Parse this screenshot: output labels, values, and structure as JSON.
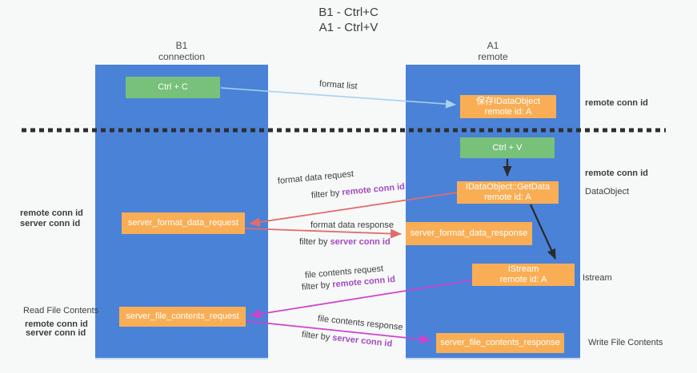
{
  "title": {
    "line1": "B1 - Ctrl+C",
    "line2": "A1 - Ctrl+V"
  },
  "lifelines": {
    "b1": {
      "name": "B1",
      "role": "connection"
    },
    "a1": {
      "name": "A1",
      "role": "remote"
    }
  },
  "boxes": {
    "ctrl_c": {
      "label": "Ctrl + C"
    },
    "save_dataobject": {
      "line1": "保存IDataObject",
      "line2": "remote id: A"
    },
    "ctrl_v": {
      "label": "Ctrl + V"
    },
    "getdata": {
      "line1": "IDataObject::GetData",
      "line2": "remote id: A"
    },
    "format_request": {
      "label": "server_format_data_request"
    },
    "format_response": {
      "label": "server_format_data_response"
    },
    "istream": {
      "line1": "IStream",
      "line2": "remote id: A"
    },
    "file_request": {
      "label": "server_file_contents_request"
    },
    "file_response": {
      "label": "server_file_contents_response"
    }
  },
  "arrow_labels": {
    "format_list": "format list",
    "format_data_request": "format data request",
    "format_data_response": "format data response",
    "file_contents_request": "file contents request",
    "file_contents_response": "file contents response",
    "filter_by": "filter by ",
    "remote_conn_id": "remote conn id",
    "server_conn_id": "server conn id"
  },
  "side_labels": {
    "left_remote_conn_id": "remote conn id",
    "left_server_conn_id": "server conn id",
    "read_file_contents": "Read File Contents",
    "left_remote_conn_id_2": "remote conn id",
    "left_server_conn_id_2": "server conn id",
    "right_remote_conn_id_top": "remote conn id",
    "right_remote_conn_id_mid": "remote conn id",
    "dataobject": "DataObject",
    "istream": "Istream",
    "write_file_contents": "Write File Contents"
  },
  "colors": {
    "lifeline_blue": "#4a82d8",
    "action_green": "#77c17a",
    "message_orange": "#f9ae55",
    "arrow_red": "#e06c6c",
    "arrow_magenta": "#cc44cc",
    "arrow_lightblue": "#a5d3f0",
    "arrow_black": "#2b2b2b",
    "remote_conn_purple": "#a24cc0",
    "server_conn_green": "#58a85c"
  }
}
